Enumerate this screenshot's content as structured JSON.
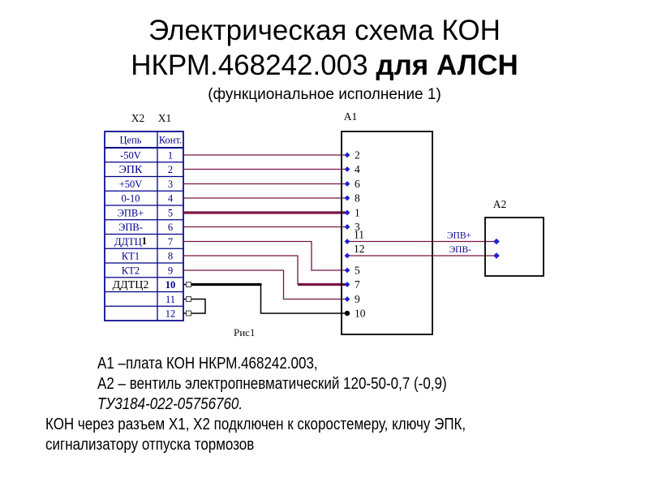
{
  "title": {
    "line1": "Электрическая схема КОН",
    "line2_regular": "НКРМ.468242.003",
    "line2_bold": "для АЛСН",
    "subtitle": "(функциональное исполнение 1)"
  },
  "diagram": {
    "connector_labels": {
      "x2": "Х2",
      "x1": "Х1"
    },
    "table": {
      "headers": {
        "circuit": "Цепь",
        "contact": "Конт."
      },
      "rows": [
        {
          "circuit": "-50V",
          "pin": "1"
        },
        {
          "circuit": "ЭПК",
          "pin": "2"
        },
        {
          "circuit": "+50V",
          "pin": "3"
        },
        {
          "circuit": "0-10",
          "pin": "4"
        },
        {
          "circuit": "ЭПВ+",
          "pin": "5"
        },
        {
          "circuit": "ЭПВ-",
          "pin": "6"
        },
        {
          "circuit": "ДДТЦ",
          "circuit_suffix": "1",
          "pin": "7"
        },
        {
          "circuit": "КТ1",
          "pin": "8"
        },
        {
          "circuit": "КТ2",
          "pin": "9"
        },
        {
          "circuit": "ДДТЦ2",
          "pin": "10"
        },
        {
          "circuit": "",
          "pin": "11"
        },
        {
          "circuit": "",
          "pin": "12"
        }
      ]
    },
    "a1": {
      "label": "А1",
      "pins": [
        "2",
        "4",
        "6",
        "8",
        "1",
        "3",
        "11",
        "12",
        "5",
        "7",
        "9",
        "10"
      ]
    },
    "a2": {
      "label": "А2",
      "wire_labels": [
        "ЭПВ+",
        "ЭПВ-"
      ]
    },
    "caption": "Рис1",
    "colors": {
      "wire": "#7a1443",
      "wire_black": "#000000",
      "table_border": "#00008b",
      "table_text": "#00008b",
      "pin_dot": "#1f1fd4"
    }
  },
  "notes": {
    "indented": [
      "А1 –плата КОН НКРМ.468242.003,",
      "А2 – вентиль электропневматический 120-50-0,7 (-0,9)",
      "ТУ3184-022-05756760."
    ],
    "flush": [
      "КОН через разъем Х1, Х2 подключен к скоростемеру, ключу ЭПК,",
      "сигнализатору отпуска тормозов"
    ]
  }
}
